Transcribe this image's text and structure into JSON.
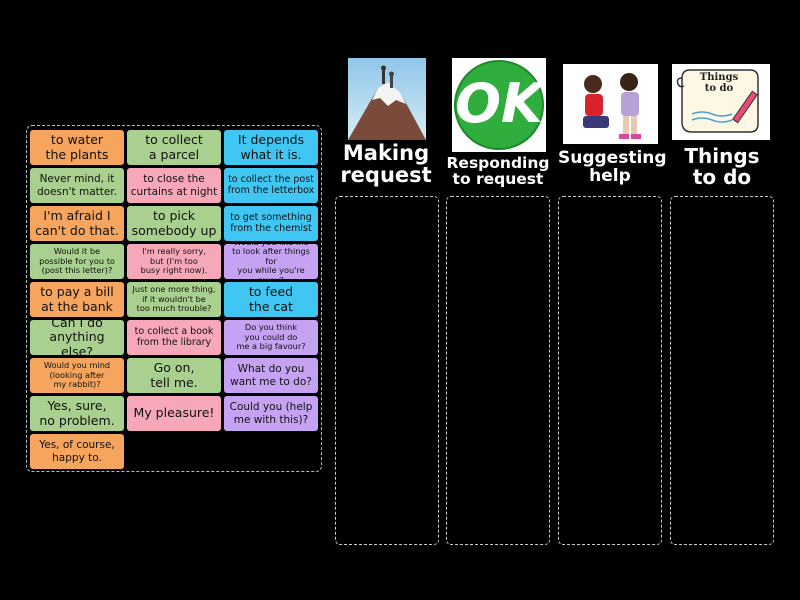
{
  "cards": [
    {
      "text": "to water\nthe plants",
      "color": "orange",
      "size": "f13"
    },
    {
      "text": "to collect\na parcel",
      "color": "green",
      "size": "f13"
    },
    {
      "text": "It depends\nwhat it is.",
      "color": "blue",
      "size": "f13"
    },
    {
      "text": "Never mind, it\ndoesn't matter.",
      "color": "green",
      "size": "f11"
    },
    {
      "text": "to close the\ncurtains at night",
      "color": "pink",
      "size": "f11"
    },
    {
      "text": "to collect the post\nfrom the letterbox",
      "color": "blue",
      "size": "f9"
    },
    {
      "text": "I'm afraid I\ncan't do that.",
      "color": "orange",
      "size": "f13"
    },
    {
      "text": "to pick\nsomebody up",
      "color": "green",
      "size": "f13"
    },
    {
      "text": "to get something\nfrom the chemist",
      "color": "blue",
      "size": "f9"
    },
    {
      "text": "Would it be\npossible for you to\n(post this letter)?",
      "color": "green",
      "size": "f8"
    },
    {
      "text": "I'm really sorry,\nbut (I'm too\nbusy right now).",
      "color": "pink",
      "size": "f8"
    },
    {
      "text": "Would you like me\nto look after things for\nyou while you're away?",
      "color": "purple",
      "size": "f8"
    },
    {
      "text": "to pay a bill\nat the bank",
      "color": "orange",
      "size": "f13"
    },
    {
      "text": "Just one more thing,\nif it wouldn't be\ntoo much trouble?",
      "color": "green",
      "size": "f8"
    },
    {
      "text": "to feed\nthe cat",
      "color": "blue",
      "size": "f13"
    },
    {
      "text": "Can I do\nanything else?",
      "color": "green",
      "size": "f13"
    },
    {
      "text": "to collect a book\nfrom the library",
      "color": "pink",
      "size": "f9"
    },
    {
      "text": "Do you think\nyou could do\nme a big favour?",
      "color": "purple",
      "size": "f8"
    },
    {
      "text": "Would you mind\n(looking after\nmy rabbit)?",
      "color": "orange",
      "size": "f8"
    },
    {
      "text": "Go on,\ntell me.",
      "color": "green",
      "size": "f13"
    },
    {
      "text": "What do you\nwant me to do?",
      "color": "purple",
      "size": "f11"
    },
    {
      "text": "Yes, sure,\nno problem.",
      "color": "green",
      "size": "f13"
    },
    {
      "text": "My pleasure!",
      "color": "pink",
      "size": "f13"
    },
    {
      "text": "Could you (help\nme with this)?",
      "color": "purple",
      "size": "f11"
    },
    {
      "text": "Yes, of course,\nhappy to.",
      "color": "orange",
      "size": "f11"
    }
  ],
  "columns": [
    {
      "title": "Making\nrequest",
      "image": "mountain-climber-icon"
    },
    {
      "title": "Responding\nto request",
      "image": "ok-badge-icon"
    },
    {
      "title": "Suggesting\nhelp",
      "image": "children-helping-icon"
    },
    {
      "title": "Things\nto do",
      "image": "things-to-do-scroll-icon"
    }
  ],
  "ok_label": "OK",
  "scroll_text": "Things\nto do"
}
